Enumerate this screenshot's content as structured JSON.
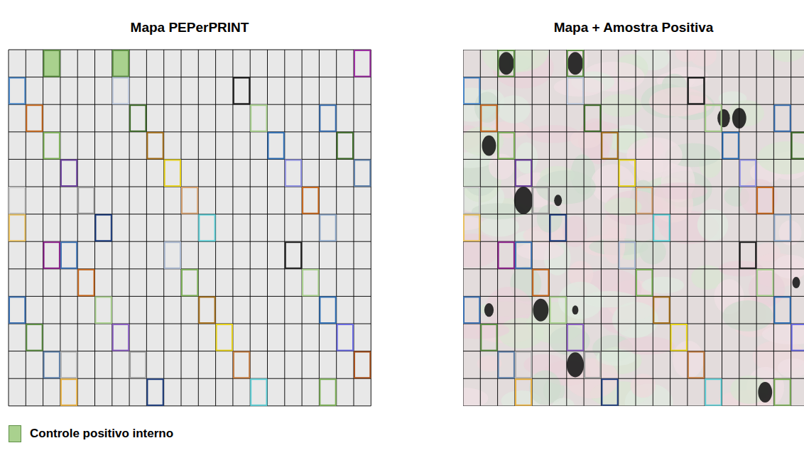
{
  "diagram": {
    "labels": [
      "Mapa PEPerPRINT",
      "Mapa + Amostra Positiva"
    ],
    "legend": [
      {
        "text": "Controle positivo interno",
        "color": "#a9d18e"
      }
    ]
  }
}
